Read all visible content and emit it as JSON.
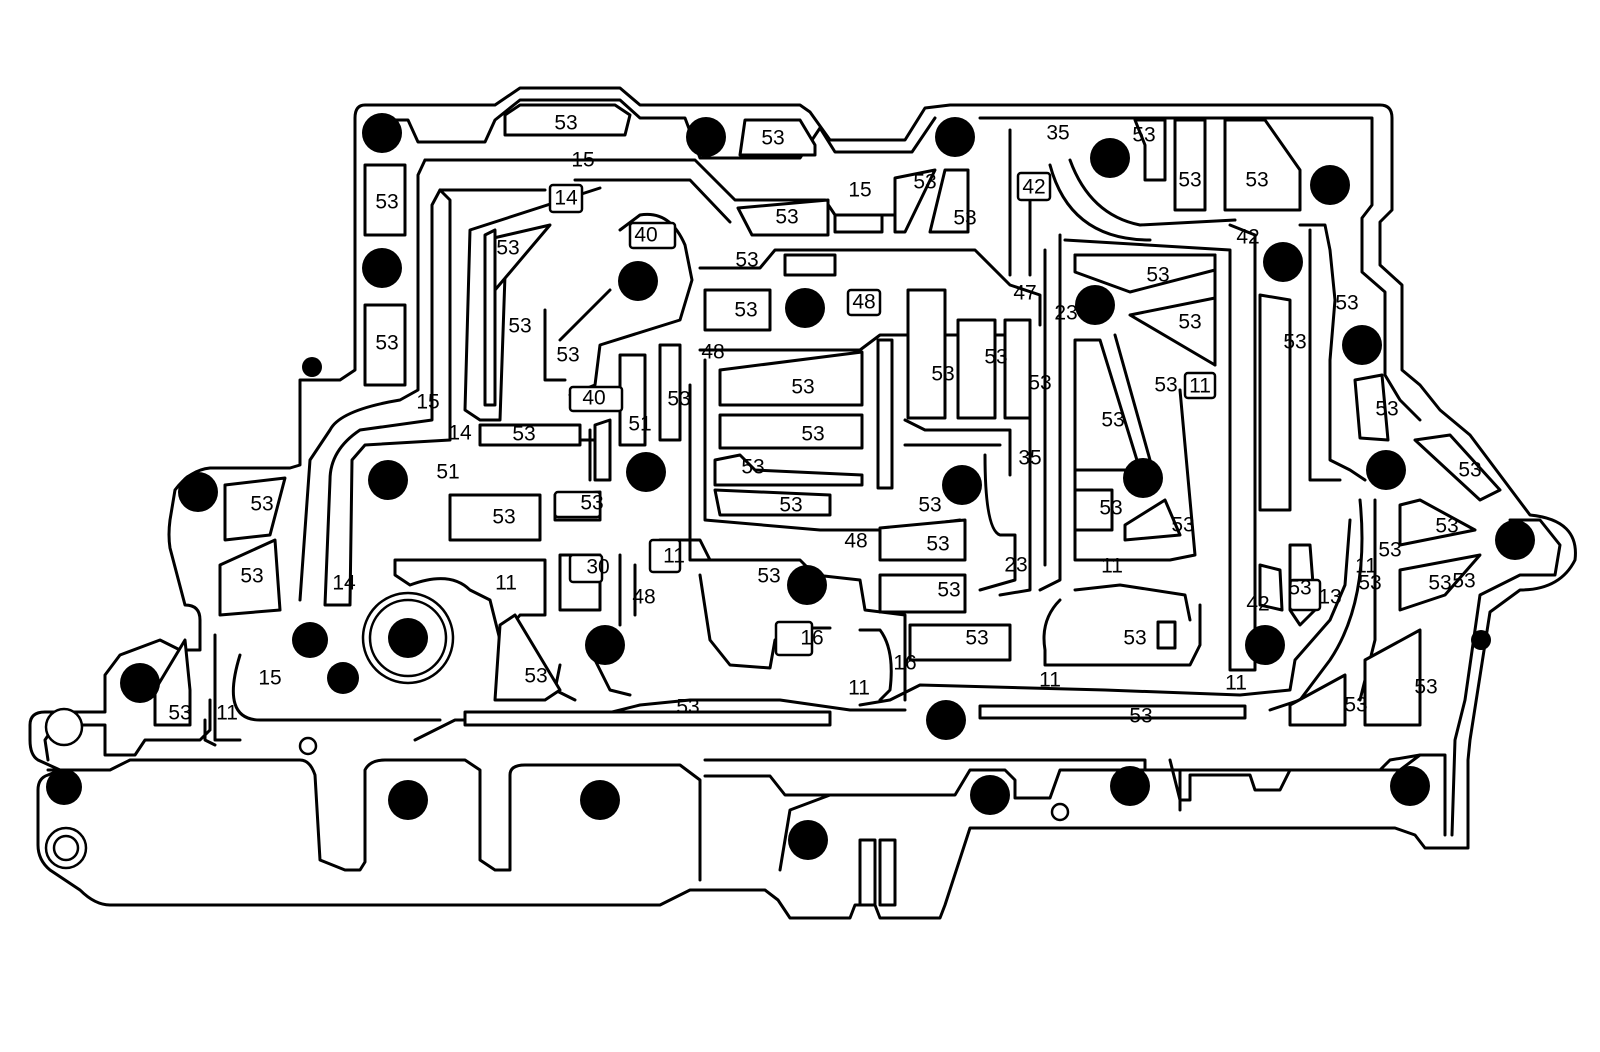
{
  "labels": {
    "l01": "53",
    "l02": "53",
    "l03": "53",
    "l04": "53",
    "l05": "53",
    "l06": "53",
    "l07": "35",
    "l08": "53",
    "l09": "53",
    "l10": "15",
    "l11": "14",
    "l12": "15",
    "l13": "53",
    "l14": "53",
    "l15": "53",
    "l16": "42",
    "l17": "53",
    "l18": "40",
    "l19": "53",
    "l20": "53",
    "l21": "42",
    "l22": "48",
    "l23": "47",
    "l24": "53",
    "l25": "53",
    "l26": "23",
    "l27": "53",
    "l28": "53",
    "l29": "53",
    "l30": "53",
    "l31": "53",
    "l32": "48",
    "l33": "53",
    "l34": "53",
    "l35": "53",
    "l36": "53",
    "l37": "53",
    "l38": "11",
    "l39": "15",
    "l40": "40",
    "l41": "53",
    "l42": "51",
    "l43": "14",
    "l44": "53",
    "l45": "53",
    "l46": "53",
    "l47": "53",
    "l48": "35",
    "l49": "53",
    "l50": "51",
    "l51": "53",
    "l52": "53",
    "l53": "53",
    "l54": "53",
    "l55": "53",
    "l56": "53",
    "l57": "53",
    "l58": "53",
    "l59": "53",
    "l60": "48",
    "l61": "53",
    "l62": "23",
    "l63": "11",
    "l64": "53",
    "l65": "53",
    "l66": "53",
    "l67": "14",
    "l68": "11",
    "l69": "11",
    "l70": "30",
    "l71": "53",
    "l72": "53",
    "l73": "53",
    "l74": "48",
    "l75": "13",
    "l76": "11",
    "l77": "53",
    "l78": "16",
    "l79": "53",
    "l80": "42",
    "l81": "15",
    "l82": "53",
    "l83": "16",
    "l84": "53",
    "l85": "53",
    "l86": "11",
    "l87": "11",
    "l88": "11",
    "l89": "11",
    "l90": "53",
    "l91": "53",
    "l92": "53"
  }
}
